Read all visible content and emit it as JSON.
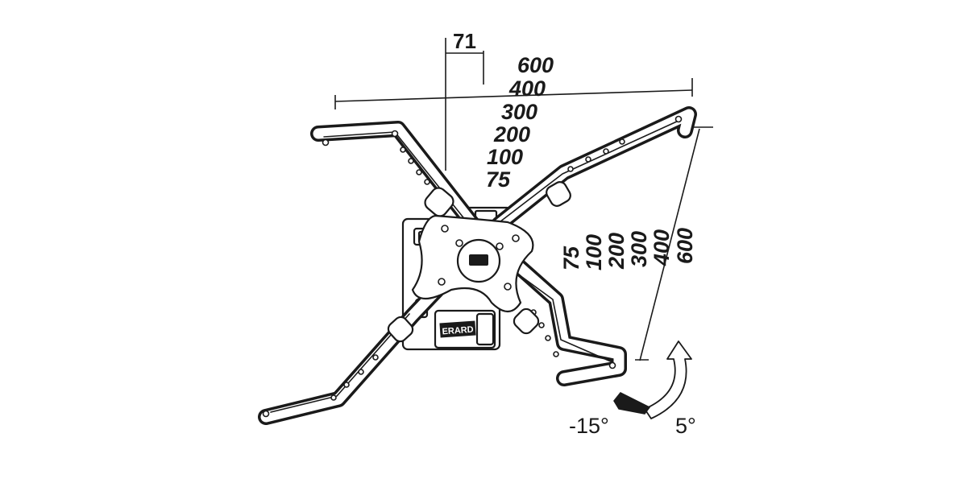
{
  "dimensions": {
    "offset_label": "71",
    "horizontal_vesa": [
      "600",
      "400",
      "300",
      "200",
      "100",
      "75"
    ],
    "vertical_vesa": [
      "75",
      "100",
      "200",
      "300",
      "400",
      "600"
    ]
  },
  "tilt": {
    "down_label": "-15°",
    "up_label": "5°"
  },
  "brand": {
    "logo_text": "ERARD"
  },
  "colors": {
    "line": "#1a1a1a",
    "background": "#ffffff"
  }
}
